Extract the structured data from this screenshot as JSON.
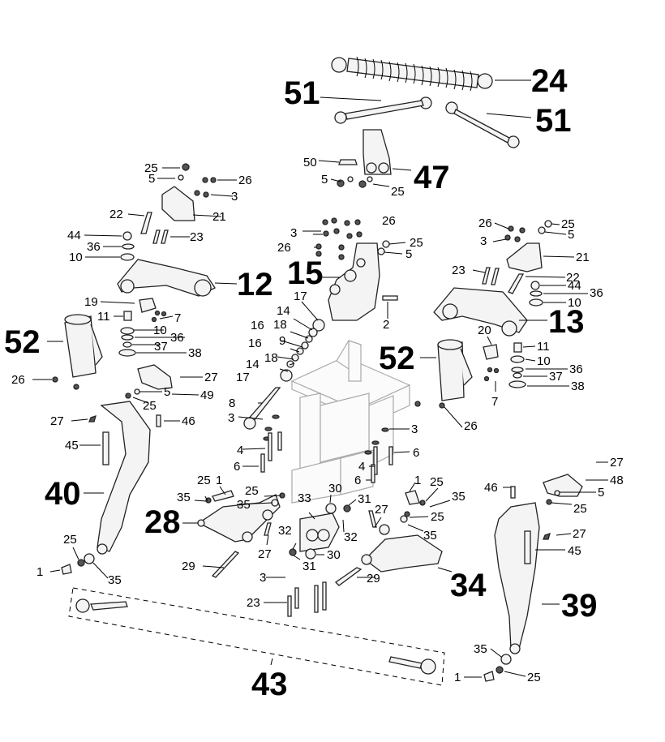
{
  "diagram": {
    "title": "Rear suspension exploded parts diagram",
    "callouts": [
      {
        "id": "c24",
        "text": "24",
        "size": "big"
      },
      {
        "id": "c51a",
        "text": "51",
        "size": "big"
      },
      {
        "id": "c51b",
        "text": "51",
        "size": "big"
      },
      {
        "id": "c50",
        "text": "50",
        "size": "sm"
      },
      {
        "id": "c47",
        "text": "47",
        "size": "big"
      },
      {
        "id": "c5_top",
        "text": "5",
        "size": "sm"
      },
      {
        "id": "c25_top",
        "text": "25",
        "size": "sm"
      },
      {
        "id": "c25_l1",
        "text": "25",
        "size": "sm"
      },
      {
        "id": "c5_l1",
        "text": "5",
        "size": "sm"
      },
      {
        "id": "c26_l1",
        "text": "26",
        "size": "sm"
      },
      {
        "id": "c3_l1",
        "text": "3",
        "size": "sm"
      },
      {
        "id": "c22_l",
        "text": "22",
        "size": "sm"
      },
      {
        "id": "c21_l",
        "text": "21",
        "size": "sm"
      },
      {
        "id": "c44_l",
        "text": "44",
        "size": "sm"
      },
      {
        "id": "c23_l",
        "text": "23",
        "size": "sm"
      },
      {
        "id": "c36_l1",
        "text": "36",
        "size": "sm"
      },
      {
        "id": "c10_l1",
        "text": "10",
        "size": "sm"
      },
      {
        "id": "c12",
        "text": "12",
        "size": "big"
      },
      {
        "id": "c19",
        "text": "19",
        "size": "sm"
      },
      {
        "id": "c11_l",
        "text": "11",
        "size": "sm"
      },
      {
        "id": "c7_l",
        "text": "7",
        "size": "sm"
      },
      {
        "id": "c10_l2",
        "text": "10",
        "size": "sm"
      },
      {
        "id": "c36_l2",
        "text": "36",
        "size": "sm"
      },
      {
        "id": "c37_l",
        "text": "37",
        "size": "sm"
      },
      {
        "id": "c38_l",
        "text": "38",
        "size": "sm"
      },
      {
        "id": "c52_l",
        "text": "52",
        "size": "big"
      },
      {
        "id": "c26_l2",
        "text": "26",
        "size": "sm"
      },
      {
        "id": "c27_l1",
        "text": "27",
        "size": "sm"
      },
      {
        "id": "c5_l2",
        "text": "5",
        "size": "sm"
      },
      {
        "id": "c49",
        "text": "49",
        "size": "sm"
      },
      {
        "id": "c25_l2",
        "text": "25",
        "size": "sm"
      },
      {
        "id": "c27_l2",
        "text": "27",
        "size": "sm"
      },
      {
        "id": "c46_l",
        "text": "46",
        "size": "sm"
      },
      {
        "id": "c45_l",
        "text": "45",
        "size": "sm"
      },
      {
        "id": "c40",
        "text": "40",
        "size": "big"
      },
      {
        "id": "c25_l3",
        "text": "25",
        "size": "sm"
      },
      {
        "id": "c1_l",
        "text": "1",
        "size": "sm"
      },
      {
        "id": "c35_l",
        "text": "35",
        "size": "sm"
      },
      {
        "id": "c26_c1",
        "text": "26",
        "size": "sm"
      },
      {
        "id": "c3_c1",
        "text": "3",
        "size": "sm"
      },
      {
        "id": "c26_c2",
        "text": "26",
        "size": "sm"
      },
      {
        "id": "c25_c",
        "text": "25",
        "size": "sm"
      },
      {
        "id": "c5_c",
        "text": "5",
        "size": "sm"
      },
      {
        "id": "c15",
        "text": "15",
        "size": "big"
      },
      {
        "id": "c2",
        "text": "2",
        "size": "sm"
      },
      {
        "id": "c17a",
        "text": "17",
        "size": "sm"
      },
      {
        "id": "c14a",
        "text": "14",
        "size": "sm"
      },
      {
        "id": "c18a",
        "text": "18",
        "size": "sm"
      },
      {
        "id": "c16a",
        "text": "16",
        "size": "sm"
      },
      {
        "id": "c9",
        "text": "9",
        "size": "sm"
      },
      {
        "id": "c16b",
        "text": "16",
        "size": "sm"
      },
      {
        "id": "c18b",
        "text": "18",
        "size": "sm"
      },
      {
        "id": "c14b",
        "text": "14",
        "size": "sm"
      },
      {
        "id": "c17b",
        "text": "17",
        "size": "sm"
      },
      {
        "id": "c8",
        "text": "8",
        "size": "sm"
      },
      {
        "id": "c3_m1",
        "text": "3",
        "size": "sm"
      },
      {
        "id": "c4_m1",
        "text": "4",
        "size": "sm"
      },
      {
        "id": "c6_m1",
        "text": "6",
        "size": "sm"
      },
      {
        "id": "c3_m2",
        "text": "3",
        "size": "sm"
      },
      {
        "id": "c6_m2",
        "text": "6",
        "size": "sm"
      },
      {
        "id": "c4_m2",
        "text": "4",
        "size": "sm"
      },
      {
        "id": "c6_m3",
        "text": "6",
        "size": "sm"
      },
      {
        "id": "c26_m",
        "text": "26",
        "size": "sm"
      },
      {
        "id": "c26_r1",
        "text": "26",
        "size": "sm"
      },
      {
        "id": "c25_r1",
        "text": "25",
        "size": "sm"
      },
      {
        "id": "c3_r1",
        "text": "3",
        "size": "sm"
      },
      {
        "id": "c5_r1",
        "text": "5",
        "size": "sm"
      },
      {
        "id": "c21_r",
        "text": "21",
        "size": "sm"
      },
      {
        "id": "c23_r",
        "text": "23",
        "size": "sm"
      },
      {
        "id": "c22_r",
        "text": "22",
        "size": "sm"
      },
      {
        "id": "c44_r",
        "text": "44",
        "size": "sm"
      },
      {
        "id": "c36_r1",
        "text": "36",
        "size": "sm"
      },
      {
        "id": "c10_r1",
        "text": "10",
        "size": "sm"
      },
      {
        "id": "c13",
        "text": "13",
        "size": "big"
      },
      {
        "id": "c20",
        "text": "20",
        "size": "sm"
      },
      {
        "id": "c11_r",
        "text": "11",
        "size": "sm"
      },
      {
        "id": "c10_r2",
        "text": "10",
        "size": "sm"
      },
      {
        "id": "c36_r2",
        "text": "36",
        "size": "sm"
      },
      {
        "id": "c37_r",
        "text": "37",
        "size": "sm"
      },
      {
        "id": "c38_r",
        "text": "38",
        "size": "sm"
      },
      {
        "id": "c7_r",
        "text": "7",
        "size": "sm"
      },
      {
        "id": "c52_r",
        "text": "52",
        "size": "big"
      },
      {
        "id": "c25_b1",
        "text": "25",
        "size": "sm"
      },
      {
        "id": "c1_b1",
        "text": "1",
        "size": "sm"
      },
      {
        "id": "c35_b1",
        "text": "35",
        "size": "sm"
      },
      {
        "id": "c25_b2",
        "text": "25",
        "size": "sm"
      },
      {
        "id": "c35_b2",
        "text": "35",
        "size": "sm"
      },
      {
        "id": "c28",
        "text": "28",
        "size": "big"
      },
      {
        "id": "c27_b1",
        "text": "27",
        "size": "sm"
      },
      {
        "id": "c29_b1",
        "text": "29",
        "size": "sm"
      },
      {
        "id": "c33",
        "text": "33",
        "size": "sm"
      },
      {
        "id": "c30a",
        "text": "30",
        "size": "sm"
      },
      {
        "id": "c31a",
        "text": "31",
        "size": "sm"
      },
      {
        "id": "c32a",
        "text": "32",
        "size": "sm"
      },
      {
        "id": "c32b",
        "text": "32",
        "size": "sm"
      },
      {
        "id": "c30b",
        "text": "30",
        "size": "sm"
      },
      {
        "id": "c31b",
        "text": "31",
        "size": "sm"
      },
      {
        "id": "c3_b",
        "text": "3",
        "size": "sm"
      },
      {
        "id": "c23_b",
        "text": "23",
        "size": "sm"
      },
      {
        "id": "c1_b2",
        "text": "1",
        "size": "sm"
      },
      {
        "id": "c25_b3",
        "text": "25",
        "size": "sm"
      },
      {
        "id": "c35_b3",
        "text": "35",
        "size": "sm"
      },
      {
        "id": "c25_b4",
        "text": "25",
        "size": "sm"
      },
      {
        "id": "c35_b4",
        "text": "35",
        "size": "sm"
      },
      {
        "id": "c27_b2",
        "text": "27",
        "size": "sm"
      },
      {
        "id": "c29_b2",
        "text": "29",
        "size": "sm"
      },
      {
        "id": "c34",
        "text": "34",
        "size": "big"
      },
      {
        "id": "c27_r2",
        "text": "27",
        "size": "sm"
      },
      {
        "id": "c46_r",
        "text": "46",
        "size": "sm"
      },
      {
        "id": "c48",
        "text": "48",
        "size": "sm"
      },
      {
        "id": "c5_r2",
        "text": "5",
        "size": "sm"
      },
      {
        "id": "c25_r2",
        "text": "25",
        "size": "sm"
      },
      {
        "id": "c27_r3",
        "text": "27",
        "size": "sm"
      },
      {
        "id": "c45_r",
        "text": "45",
        "size": "sm"
      },
      {
        "id": "c39",
        "text": "39",
        "size": "big"
      },
      {
        "id": "c35_r3",
        "text": "35",
        "size": "sm"
      },
      {
        "id": "c1_r",
        "text": "1",
        "size": "sm"
      },
      {
        "id": "c25_r3",
        "text": "25",
        "size": "sm"
      },
      {
        "id": "c43",
        "text": "43",
        "size": "big"
      }
    ]
  }
}
